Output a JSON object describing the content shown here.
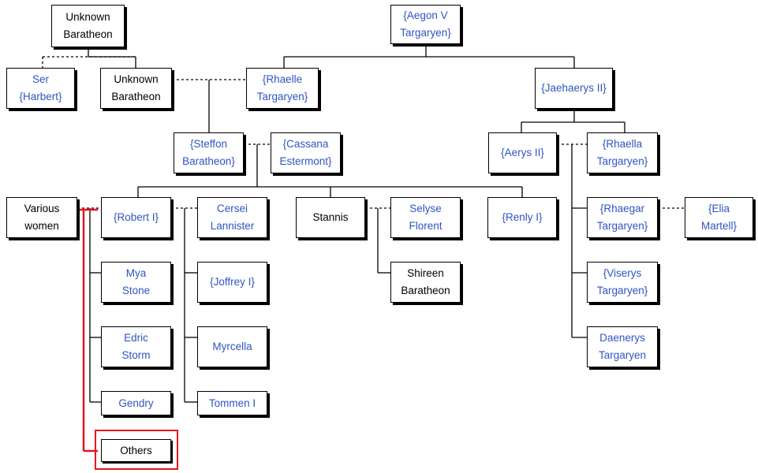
{
  "nodes": {
    "unknown_baratheon_1": {
      "label": "Unknown\nBaratheon",
      "linked": false
    },
    "aegon_v": {
      "label": "{Aegon V\nTargaryen}",
      "linked": true
    },
    "ser_harbert": {
      "label": "Ser\n{Harbert}",
      "linked": true
    },
    "unknown_baratheon_2": {
      "label": "Unknown\nBaratheon",
      "linked": false
    },
    "rhaelle": {
      "label": "{Rhaelle\nTargaryen}",
      "linked": true
    },
    "jaehaerys_ii": {
      "label": "{Jaehaerys II}",
      "linked": true
    },
    "steffon": {
      "label": "{Steffon\nBaratheon}",
      "linked": true
    },
    "cassana": {
      "label": "{Cassana\nEstermont}",
      "linked": true
    },
    "aerys_ii": {
      "label": "{Aerys II}",
      "linked": true
    },
    "rhaella": {
      "label": "{Rhaella\nTargaryen}",
      "linked": true
    },
    "various_women": {
      "label": "Various\nwomen",
      "linked": false
    },
    "robert_i": {
      "label": "{Robert I}",
      "linked": true
    },
    "cersei": {
      "label": "Cersei\nLannister",
      "linked": true
    },
    "stannis": {
      "label": "Stannis",
      "linked": false
    },
    "selyse": {
      "label": "Selyse\nFlorent",
      "linked": true
    },
    "renly_i": {
      "label": "{Renly I}",
      "linked": true
    },
    "rhaegar": {
      "label": "{Rhaegar\nTargaryen}",
      "linked": true
    },
    "elia": {
      "label": "{Elia\nMartell}",
      "linked": true
    },
    "mya_stone": {
      "label": "Mya\nStone",
      "linked": true
    },
    "joffrey_i": {
      "label": "{Joffrey I}",
      "linked": true
    },
    "shireen": {
      "label": "Shireen\nBaratheon",
      "linked": false
    },
    "viserys": {
      "label": "{Viserys\nTargaryen}",
      "linked": true
    },
    "edric_storm": {
      "label": "Edric\nStorm",
      "linked": true
    },
    "myrcella": {
      "label": "Myrcella",
      "linked": true
    },
    "daenerys": {
      "label": "Daenerys\nTargaryen",
      "linked": true
    },
    "gendry": {
      "label": "Gendry",
      "linked": true
    },
    "tommen_i": {
      "label": "Tommen I",
      "linked": true
    },
    "others": {
      "label": "Others",
      "linked": false
    }
  },
  "colors": {
    "link_text": "#2f55c2",
    "plain_text": "#000000",
    "box_border": "#000000",
    "connector": "#000000",
    "highlight": "#e8141c"
  }
}
